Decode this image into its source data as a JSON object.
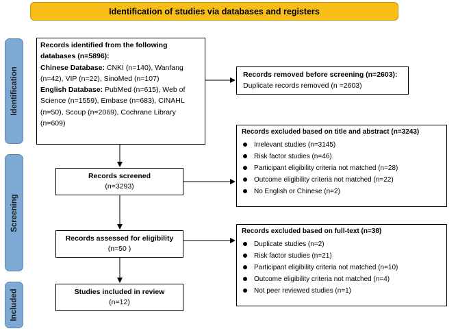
{
  "header": {
    "title": "Identification of studies via databases and registers"
  },
  "stages": {
    "identification": "Identification",
    "screening": "Screening",
    "included": "Included"
  },
  "identified": {
    "title_line1": "Records identified from the following",
    "title_line2": "databases (n=5896):",
    "chinese_label": "Chinese Database:",
    "chinese_line1": " CNKI (n=140), Wanfang",
    "chinese_line2": "(n=42), VIP (n=22), SinoMed (n=107)",
    "english_label": "English Database:",
    "english_line1": " PubMed (n=615), Web of",
    "english_line2": "Science (n=1559), Embase (n=683), CINAHL",
    "english_line3": "(n=50), Scoup (n=2069), Cochrane Library",
    "english_line4": "(n=609)"
  },
  "removed": {
    "title": "Records removed before screening (n=2603):",
    "text": "Duplicate records removed  (n =2603)"
  },
  "screened": {
    "title": "Records screened",
    "count": "(n=3293)"
  },
  "excluded_title_abstract": {
    "title": "Records excluded based on title and abstract (n=3243)",
    "items": [
      "Irrelevant studies (n=3145)",
      "Risk factor studies (n=46)",
      "Participant eligibility criteria not matched (n=28)",
      "Outcome eligibility criteria not matched (n=22)",
      "No English or Chinese (n=2)"
    ]
  },
  "assessed": {
    "title": "Records assessed for eligibility",
    "count": "(n=50 )"
  },
  "excluded_fulltext": {
    "title": "Records excluded based on full-text (n=38)",
    "items": [
      "Duplicate studies (n=2)",
      "Risk factor studies (n=21)",
      "Participant eligibility criteria not matched (n=10)",
      "Outcome eligibility criteria not matched (n=4)",
      "Not peer reviewed studies (n=1)"
    ]
  },
  "included": {
    "title": "Studies included in review",
    "count": "(n=12)"
  },
  "colors": {
    "header_fill": "#f8be18",
    "stage_fill": "#7fa9d5"
  }
}
